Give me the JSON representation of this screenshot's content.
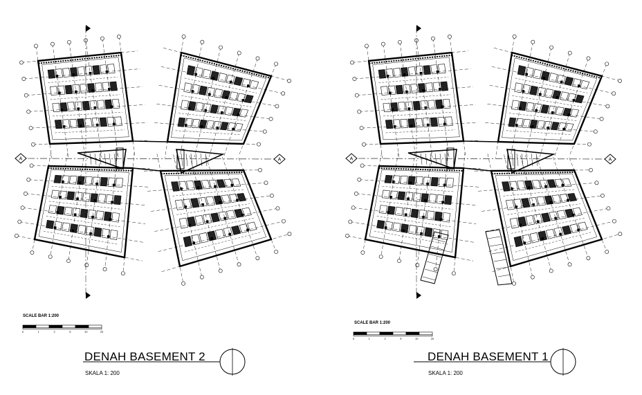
{
  "drawings": [
    {
      "title": "DENAH BASEMENT 2",
      "scale_text": "SKALA 1: 200",
      "scale_bar": {
        "label": "SCALE BAR 1:200",
        "ticks": [
          "0",
          "1",
          "2",
          "5",
          "10",
          "20"
        ]
      },
      "section_marker": "A",
      "has_ramp": false
    },
    {
      "title": "DENAH BASEMENT 1",
      "scale_text": "SKALA 1: 200",
      "scale_bar": {
        "label": "SCALE BAR 1:200",
        "ticks": [
          "0",
          "1",
          "2",
          "5",
          "10",
          "20"
        ]
      },
      "section_marker": "A",
      "has_ramp": true
    }
  ],
  "colors": {
    "line": "#000000",
    "paper": "#ffffff"
  }
}
